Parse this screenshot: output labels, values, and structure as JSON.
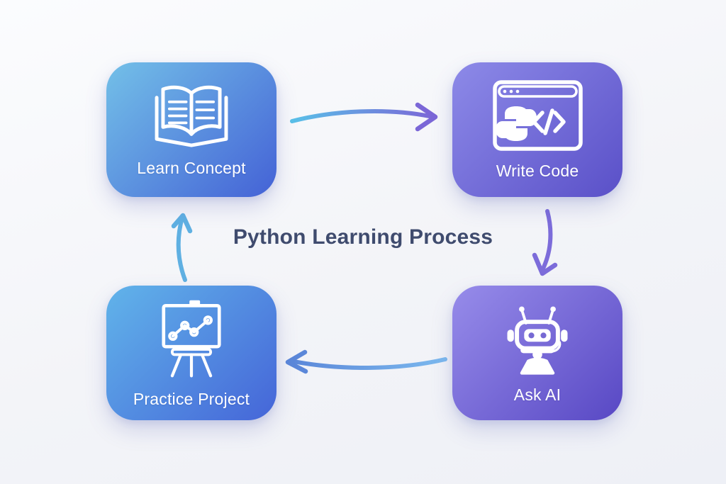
{
  "title": "Python Learning Process",
  "canvas": {
    "background_top": "#fbfcfe",
    "background_bottom": "#eef0f6",
    "title_color": "#3f4b6e"
  },
  "nodes": [
    {
      "label": "Learn Concept",
      "icon": "open-book-icon",
      "gradient_from": "#73c0e8",
      "gradient_to": "#4462d6"
    },
    {
      "label": "Write Code",
      "icon": "browser-code-icon",
      "gradient_from": "#8d8ae8",
      "gradient_to": "#5a50c8"
    },
    {
      "label": "Ask AI",
      "icon": "robot-icon",
      "gradient_from": "#978cea",
      "gradient_to": "#5848c4"
    },
    {
      "label": "Practice Project",
      "icon": "easel-chart-icon",
      "gradient_from": "#61b4ea",
      "gradient_to": "#4565d8"
    }
  ],
  "edges": [
    {
      "from": "Learn Concept",
      "to": "Write Code",
      "color_start": "#59c0e8",
      "color_end": "#7b67d7"
    },
    {
      "from": "Write Code",
      "to": "Ask AI",
      "color_start": "#7c6cda",
      "color_end": "#7c6cda"
    },
    {
      "from": "Ask AI",
      "to": "Practice Project",
      "color_start": "#7cb9ee",
      "color_end": "#5b87d9"
    },
    {
      "from": "Practice Project",
      "to": "Learn Concept",
      "color_start": "#5fb0e2",
      "color_end": "#5fb0e2"
    }
  ],
  "icon_accent_color": "#7669d3"
}
